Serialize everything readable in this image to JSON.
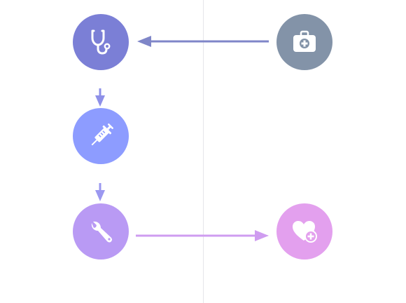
{
  "nodes": [
    {
      "id": "stethoscope",
      "icon": "stethoscope-icon",
      "color": "#7b7fd6"
    },
    {
      "id": "first-aid-kit",
      "icon": "first-aid-kit-icon",
      "color": "#8393a8"
    },
    {
      "id": "syringe",
      "icon": "syringe-icon",
      "color": "#8d9cff"
    },
    {
      "id": "wrench",
      "icon": "wrench-icon",
      "color": "#b99af4"
    },
    {
      "id": "heart",
      "icon": "heart-plus-icon",
      "color": "#e3a0ee"
    }
  ],
  "edges": [
    {
      "from": "first-aid-kit",
      "to": "stethoscope",
      "color": "#7f86c8"
    },
    {
      "from": "stethoscope",
      "to": "syringe",
      "color": "#8e90e8"
    },
    {
      "from": "syringe",
      "to": "wrench",
      "color": "#9b98f0"
    },
    {
      "from": "wrench",
      "to": "heart",
      "color": "#cf9cf0"
    }
  ]
}
